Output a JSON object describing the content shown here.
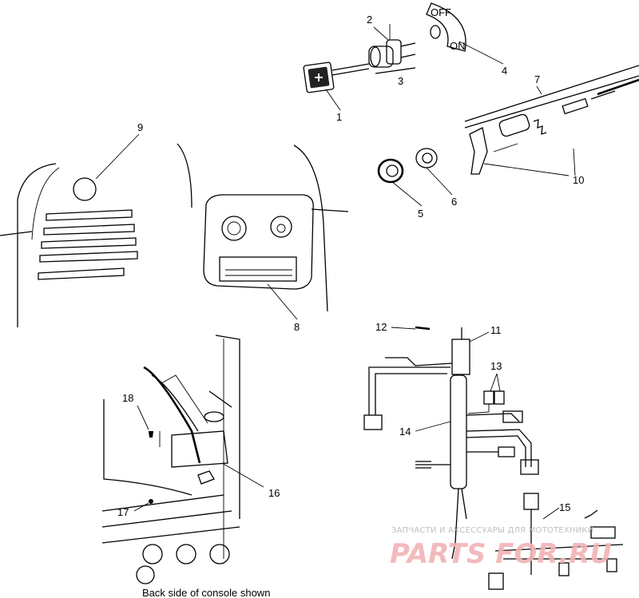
{
  "callouts": [
    {
      "id": "1",
      "label": "1",
      "name": "callout-1-button-bezel"
    },
    {
      "id": "2",
      "label": "2",
      "name": "callout-2-key-switch"
    },
    {
      "id": "3",
      "label": "3",
      "name": "callout-3-switch-assembly"
    },
    {
      "id": "4",
      "label": "4",
      "name": "callout-4-switch-decal"
    },
    {
      "id": "5",
      "label": "5",
      "name": "callout-5-nut"
    },
    {
      "id": "6",
      "label": "6",
      "name": "callout-6-washer"
    },
    {
      "id": "7",
      "label": "7",
      "name": "callout-7-choke-cable"
    },
    {
      "id": "8",
      "label": "8",
      "name": "callout-8-console-decal"
    },
    {
      "id": "9",
      "label": "9",
      "name": "callout-9-round-decal"
    },
    {
      "id": "10",
      "label": "10",
      "name": "callout-10-choke-knob-parts"
    },
    {
      "id": "11",
      "label": "11",
      "name": "callout-11-harness-connector"
    },
    {
      "id": "12",
      "label": "12",
      "name": "callout-12-terminal"
    },
    {
      "id": "13",
      "label": "13",
      "name": "callout-13-relays"
    },
    {
      "id": "14",
      "label": "14",
      "name": "callout-14-main-harness"
    },
    {
      "id": "15",
      "label": "15",
      "name": "callout-15-sub-harness"
    },
    {
      "id": "16",
      "label": "16",
      "name": "callout-16-bracket"
    },
    {
      "id": "17",
      "label": "17",
      "name": "callout-17-nut"
    },
    {
      "id": "18",
      "label": "18",
      "name": "callout-18-screw"
    }
  ],
  "decal_text": {
    "off": "OFF",
    "on": "ON"
  },
  "caption": "Back side of console shown",
  "watermark": {
    "tagline": "ЗАПЧАСТИ И АКСЕССУАРЫ ДЛЯ МОТОТЕХНИКИ",
    "logo_text": "PARTS FOR.RU",
    "color": "#f2b3b5"
  }
}
